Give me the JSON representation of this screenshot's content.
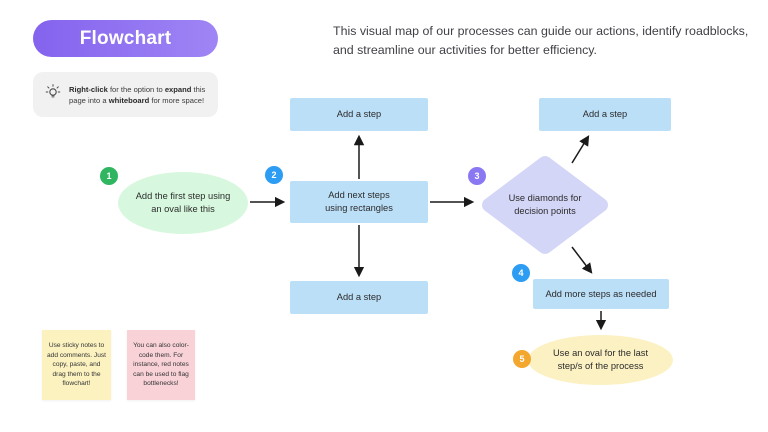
{
  "header": {
    "title": "Flowchart",
    "description": "This visual map of our processes can guide our actions, identify roadblocks,\nand streamline our activities for better efficiency."
  },
  "tip": {
    "bold1": "Right-click",
    "text1": " for the option to ",
    "bold2": "expand",
    "text2": " this page into a ",
    "bold3": "whiteboard",
    "text3": " for more space!",
    "icon": "lightbulb-icon"
  },
  "nodes": {
    "start_oval": {
      "label": "Add the first step using\nan oval like this",
      "badge": "1"
    },
    "rect_top": {
      "label": "Add a step"
    },
    "rect_center": {
      "label": "Add next steps\nusing rectangles",
      "badge": "2"
    },
    "rect_bottom": {
      "label": "Add a step"
    },
    "diamond": {
      "label": "Use diamonds for\ndecision points",
      "badge": "3"
    },
    "rect_top_right": {
      "label": "Add a step"
    },
    "rect_more": {
      "label": "Add more steps as needed",
      "badge": "4"
    },
    "end_oval": {
      "label": "Use an oval for the last\nstep/s of the process",
      "badge": "5"
    }
  },
  "sticky_notes": [
    {
      "text": "Use sticky notes to\nadd comments. Just\ncopy, paste, and\ndrag them to the\nflowchart!",
      "color": "#fbf2c0"
    },
    {
      "text": "You can also color-\ncode them. For\ninstance, red notes\ncan be used to flag\nbottlenecks!",
      "color": "#f8d2d7"
    }
  ],
  "colors": {
    "pill_start": "#8463ee",
    "pill_end": "#9f85f5",
    "rect_blue": "#bcdff8",
    "diamond_lavender": "#d4d6f7",
    "oval_green": "#d7f8de",
    "oval_yellow": "#fcf1c3",
    "sticky_yellow": "#fbf2c0",
    "sticky_pink": "#f8d2d7",
    "badge_green": "#30b561",
    "badge_blue": "#2d9cf3",
    "badge_purple": "#8a78f2",
    "badge_orange": "#f3a72e",
    "arrow": "#1a1a1a"
  }
}
